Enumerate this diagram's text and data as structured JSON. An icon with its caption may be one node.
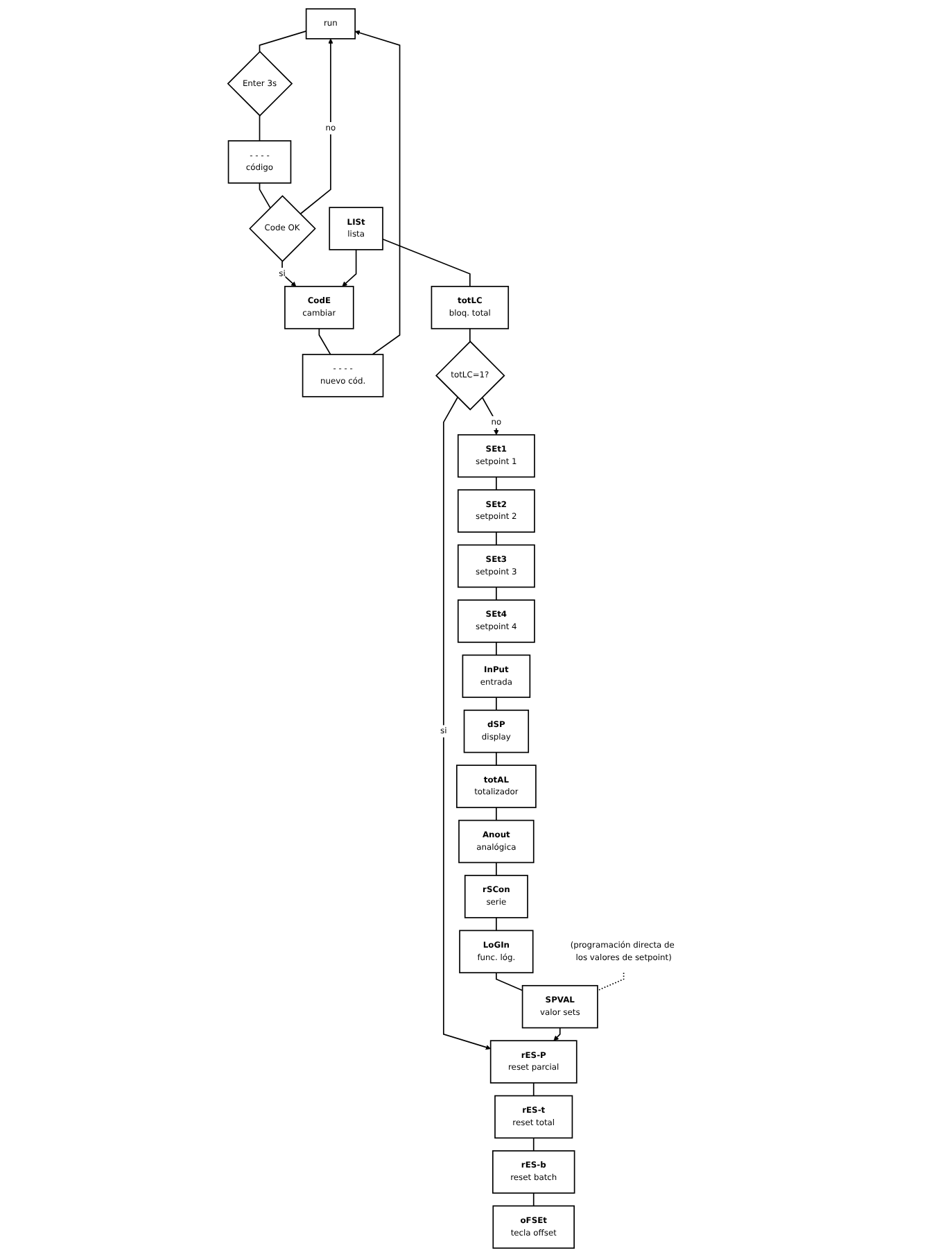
{
  "diagram": {
    "nodes": [
      {
        "text": [
          "run"
        ]
      },
      {
        "text": [
          "Enter 3s"
        ]
      },
      {
        "text": [
          "- - - -",
          "código"
        ]
      },
      {
        "text": [
          "Code OK"
        ]
      },
      {
        "text": [
          "CodE",
          "cambiar"
        ]
      },
      {
        "text": [
          "- - - -",
          "nuevo cód."
        ]
      },
      {
        "text": [
          "LISt",
          "lista"
        ]
      },
      {
        "text": [
          "totLC",
          "bloq. total"
        ]
      },
      {
        "text": [
          "totLC=1?"
        ]
      },
      {
        "text": [
          "SEt1",
          "setpoint 1"
        ]
      },
      {
        "text": [
          "SEt2",
          "setpoint 2"
        ]
      },
      {
        "text": [
          "SEt3",
          "setpoint 3"
        ]
      },
      {
        "text": [
          "SEt4",
          "setpoint 4"
        ]
      },
      {
        "text": [
          "InPut",
          "entrada"
        ]
      },
      {
        "text": [
          "dSP",
          "display"
        ]
      },
      {
        "text": [
          "totAL",
          "totalizador"
        ]
      },
      {
        "text": [
          "Anout",
          "analógica"
        ]
      },
      {
        "text": [
          "rSCon",
          "serie"
        ]
      },
      {
        "text": [
          "LoGIn",
          "func. lóg."
        ]
      },
      {
        "text": [
          "SPVAL",
          "valor sets"
        ]
      },
      {
        "text": [
          "rES-P",
          "reset parcial"
        ]
      },
      {
        "text": [
          "rES-t",
          "reset total"
        ]
      },
      {
        "text": [
          "rES-b",
          "reset batch"
        ]
      },
      {
        "text": [
          "oFSEt",
          "tecla offset"
        ]
      },
      {
        "text": [
          "(programación directa de los valores de setpoint)"
        ]
      }
    ],
    "edges": [
      {
        "from": 0,
        "to": 1,
        "arrow": "none"
      },
      {
        "from": 1,
        "to": 2,
        "arrow": "none"
      },
      {
        "from": 2,
        "to": 3,
        "arrow": "none"
      },
      {
        "from": 3,
        "to": 0,
        "arrow": "to",
        "label": "no"
      },
      {
        "from": 3,
        "to": 4,
        "arrow": "to",
        "label": "si"
      },
      {
        "from": 4,
        "to": 5,
        "arrow": "none"
      },
      {
        "from": 5,
        "to": 0,
        "arrow": "to"
      },
      {
        "from": 6,
        "to": 4,
        "arrow": "to"
      },
      {
        "from": 6,
        "to": 7,
        "arrow": "none"
      },
      {
        "from": 7,
        "to": 8,
        "arrow": "none"
      },
      {
        "from": 8,
        "to": 9,
        "arrow": "to",
        "label": "no"
      },
      {
        "from": 8,
        "to": 20,
        "arrow": "to",
        "label": "si"
      },
      {
        "from": 9,
        "to": 10,
        "arrow": "none"
      },
      {
        "from": 10,
        "to": 11,
        "arrow": "none"
      },
      {
        "from": 11,
        "to": 12,
        "arrow": "none"
      },
      {
        "from": 12,
        "to": 13,
        "arrow": "none"
      },
      {
        "from": 13,
        "to": 14,
        "arrow": "none"
      },
      {
        "from": 14,
        "to": 15,
        "arrow": "none"
      },
      {
        "from": 15,
        "to": 16,
        "arrow": "none"
      },
      {
        "from": 16,
        "to": 17,
        "arrow": "none"
      },
      {
        "from": 17,
        "to": 18,
        "arrow": "none"
      },
      {
        "from": 18,
        "to": 19,
        "arrow": "none"
      },
      {
        "from": 19,
        "to": 20,
        "arrow": "to"
      },
      {
        "from": 20,
        "to": 21,
        "arrow": "none"
      },
      {
        "from": 21,
        "to": 22,
        "arrow": "none"
      },
      {
        "from": 22,
        "to": 23,
        "arrow": "none"
      },
      {
        "from": 24,
        "to": 19,
        "arrow": "none",
        "style": "dashed"
      }
    ]
  }
}
